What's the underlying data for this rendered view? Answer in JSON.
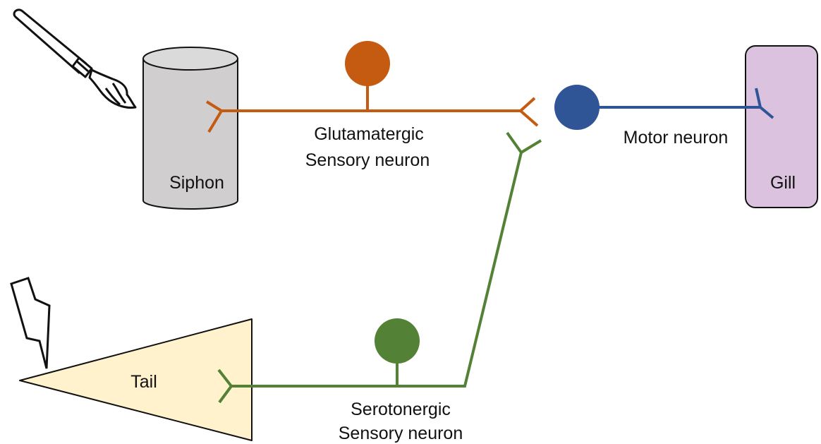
{
  "structures": {
    "siphon": {
      "label": "Siphon"
    },
    "gill": {
      "label": "Gill"
    },
    "tail": {
      "label": "Tail"
    }
  },
  "neurons": {
    "glutamatergic": {
      "label_line1": "Glutamatergic",
      "label_line2": "Sensory neuron",
      "color": "#c55a11"
    },
    "motor": {
      "label": "Motor neuron",
      "color": "#2f5597"
    },
    "serotonergic": {
      "label_line1": "Serotonergic",
      "label_line2": "Sensory neuron",
      "color": "#538135"
    }
  },
  "colors": {
    "siphon_fill": "#d0cece",
    "gill_fill": "#dbc3df",
    "tail_fill": "#fff2cc",
    "outline": "#222222"
  },
  "icons": {
    "stimulus_touch": "paintbrush-icon",
    "stimulus_shock": "lightning-bolt-icon"
  }
}
